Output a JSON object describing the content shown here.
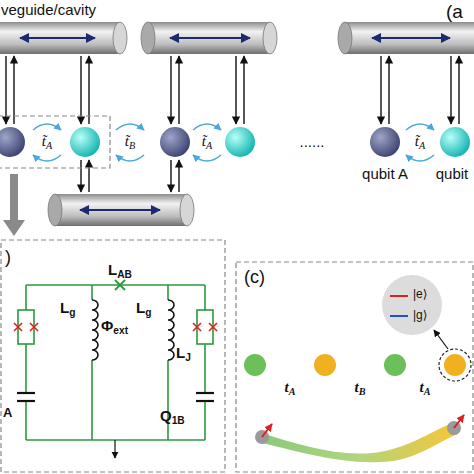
{
  "diagram": {
    "labels": [
      "veguide/cavity",
      "(a",
      "t̃A",
      "t̃B",
      "t̃A",
      "......",
      "t̃A",
      "qubit A",
      "qubit",
      ")",
      "LAB",
      "Lg",
      "Φext",
      "Lg",
      "LJ",
      "A",
      "Q1B",
      "(c)",
      "|e⟩",
      "|g⟩",
      "tA",
      "tB",
      "tA"
    ]
  }
}
